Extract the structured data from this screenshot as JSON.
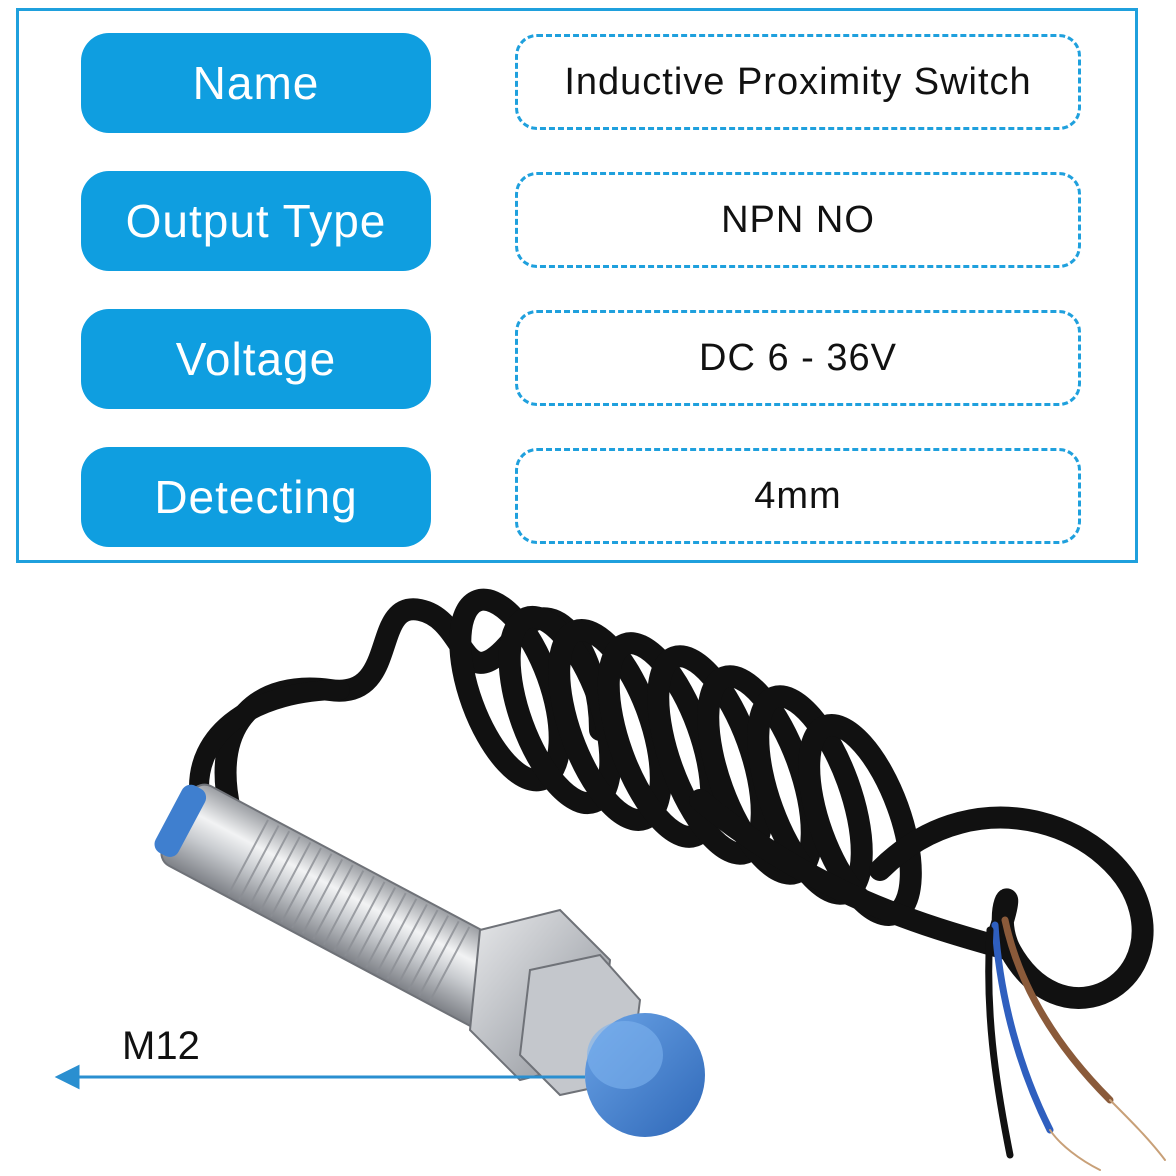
{
  "specs": [
    {
      "label": "Name",
      "value": "Inductive Proximity Switch"
    },
    {
      "label": "Output Type",
      "value": "NPN NO"
    },
    {
      "label": "Voltage",
      "value": "DC 6 - 36V"
    },
    {
      "label": "Detecting",
      "value": "4mm"
    }
  ],
  "photo": {
    "thread_label": "M12"
  },
  "colors": {
    "accent": "#0f9ee0",
    "border": "#1fa0dd",
    "sensor_cap": "#3f7fcf",
    "cable": "#111111"
  }
}
